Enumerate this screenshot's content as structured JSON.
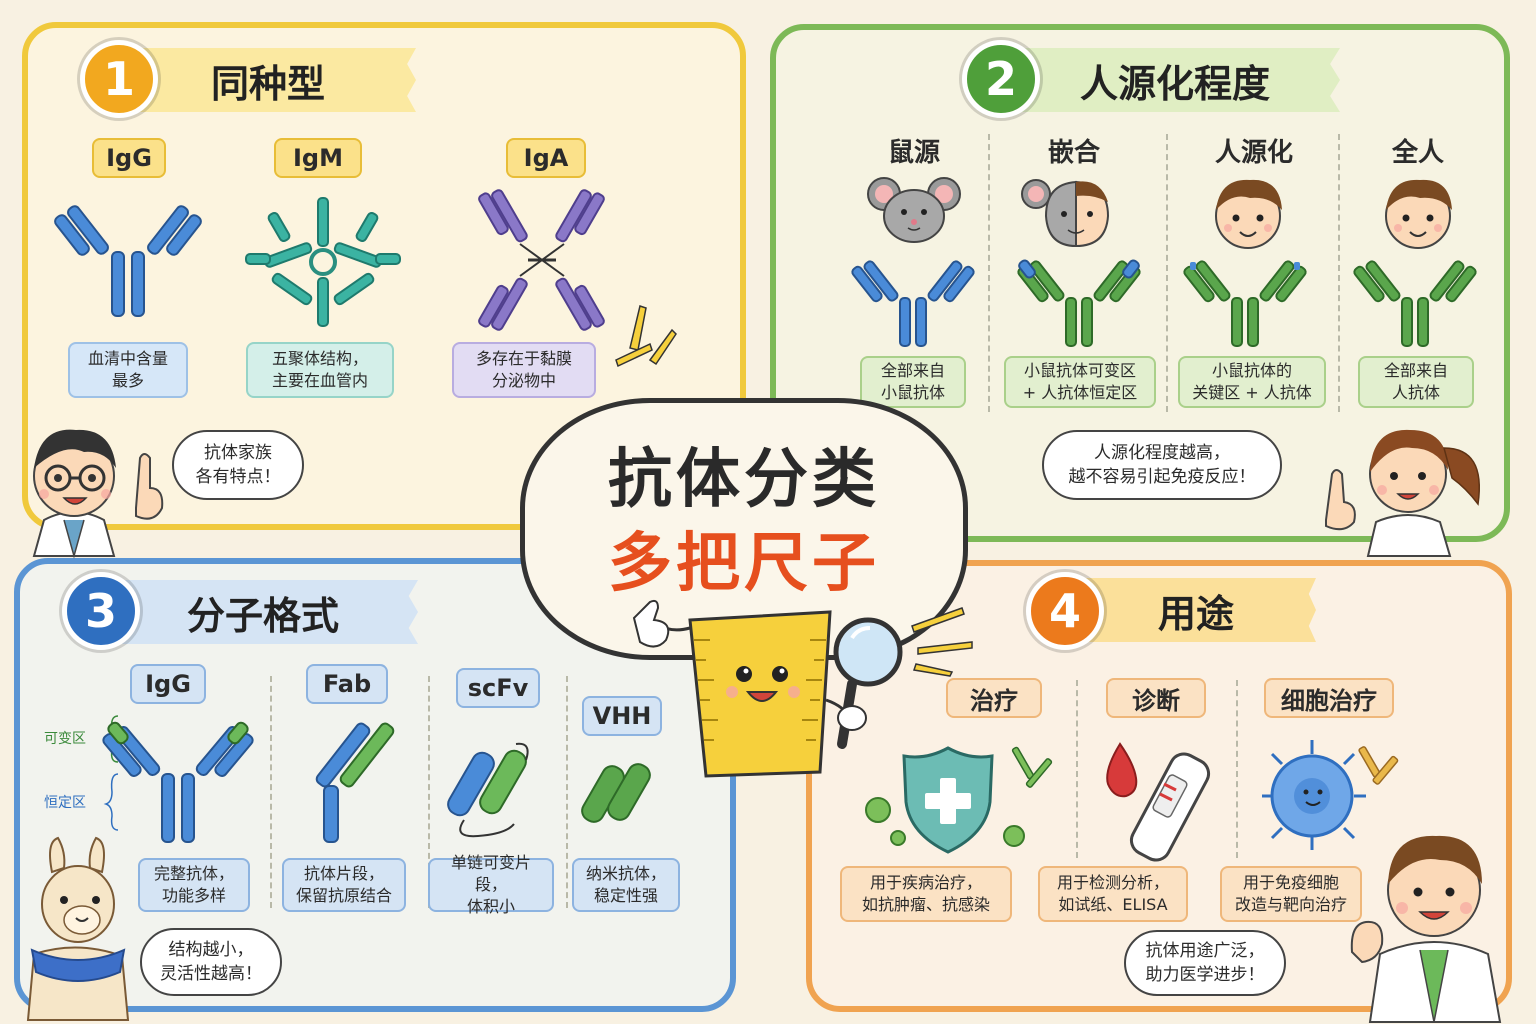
{
  "colors": {
    "yellow": "#f0c93c",
    "green": "#7db957",
    "blue": "#5b95d4",
    "orange": "#f0a350",
    "igg_blue": "#3f7fd0",
    "igm_teal": "#3bb3a2",
    "iga_purple": "#8a78c8",
    "human_green": "#5aa64c",
    "title_red": "#e64f1e"
  },
  "center": {
    "title_line1": "抗体分类",
    "title_line2": "多把尺子"
  },
  "section1": {
    "number": "1",
    "title": "同种型",
    "items": [
      {
        "label": "IgG",
        "desc1": "血清中含量",
        "desc2": "最多"
      },
      {
        "label": "IgM",
        "desc1": "五聚体结构，",
        "desc2": "主要在血管内"
      },
      {
        "label": "IgA",
        "desc1": "多存在于黏膜",
        "desc2": "分泌物中"
      }
    ],
    "bubble1": "抗体家族",
    "bubble2": "各有特点！"
  },
  "section2": {
    "number": "2",
    "title": "人源化程度",
    "items": [
      {
        "label": "鼠源",
        "desc1": "全部来自",
        "desc2": "小鼠抗体"
      },
      {
        "label": "嵌合",
        "desc1": "小鼠抗体可变区",
        "desc2": "+ 人抗体恒定区"
      },
      {
        "label": "人源化",
        "desc1": "小鼠抗体的",
        "desc2": "关键区 + 人抗体"
      },
      {
        "label": "全人",
        "desc1": "全部来自",
        "desc2": "人抗体"
      }
    ],
    "bubble1": "人源化程度越高，",
    "bubble2": "越不容易引起免疫反应！"
  },
  "section3": {
    "number": "3",
    "title": "分子格式",
    "variable_label": "可变区",
    "constant_label": "恒定区",
    "items": [
      {
        "label": "IgG",
        "desc1": "完整抗体，",
        "desc2": "功能多样"
      },
      {
        "label": "Fab",
        "desc1": "抗体片段，",
        "desc2": "保留抗原结合"
      },
      {
        "label": "scFv",
        "desc1": "单链可变片段，",
        "desc2": "体积小"
      },
      {
        "label": "VHH",
        "desc1": "纳米抗体，",
        "desc2": "稳定性强"
      }
    ],
    "bubble1": "结构越小，",
    "bubble2": "灵活性越高！"
  },
  "section4": {
    "number": "4",
    "title": "用途",
    "items": [
      {
        "label": "治疗",
        "desc1": "用于疾病治疗，",
        "desc2": "如抗肿瘤、抗感染"
      },
      {
        "label": "诊断",
        "desc1": "用于检测分析，",
        "desc2": "如试纸、ELISA"
      },
      {
        "label": "细胞治疗",
        "desc1": "用于免疫细胞",
        "desc2": "改造与靶向治疗"
      }
    ],
    "bubble1": "抗体用途广泛，",
    "bubble2": "助力医学进步！"
  }
}
